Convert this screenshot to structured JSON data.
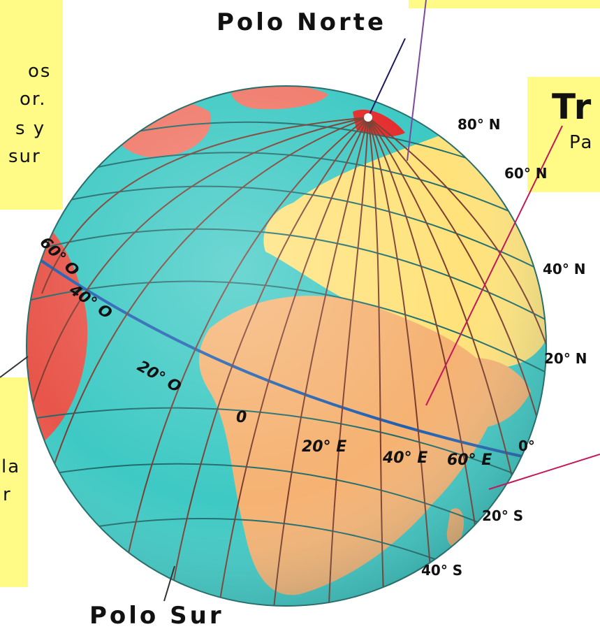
{
  "poles": {
    "north": "Polo Norte",
    "south": "Polo Sur"
  },
  "latitude_labels": {
    "lat80n": "80° N",
    "lat60n": "60° N",
    "lat40n": "40° N",
    "lat20n": "20° N",
    "lat0": "0°",
    "lat20s": "20° S",
    "lat40s": "40° S"
  },
  "longitude_labels": {
    "lon60w": "60° O",
    "lon40w": "40° O",
    "lon20w": "20° O",
    "lon0": "0",
    "lon20e": "20° E",
    "lon40e": "40° E",
    "lon60e": "60° E"
  },
  "left_top_box": {
    "line1": "os",
    "line2": "or.",
    "line3": "s y",
    "line4": "sur"
  },
  "left_bottom_box": {
    "line1": "la",
    "line2": "r"
  },
  "right_box": {
    "title": "Tr",
    "subtitle": "Pa"
  },
  "colors": {
    "ocean": "#3ec9c4",
    "land_yellow": "#ffe27a",
    "land_orange": "#f5b272",
    "land_red": "#e8554a",
    "grid": "#1e6b6a",
    "equator": "#1f5fb0",
    "callout_box": "#fffb86",
    "pointer_line": "#c2185b"
  }
}
